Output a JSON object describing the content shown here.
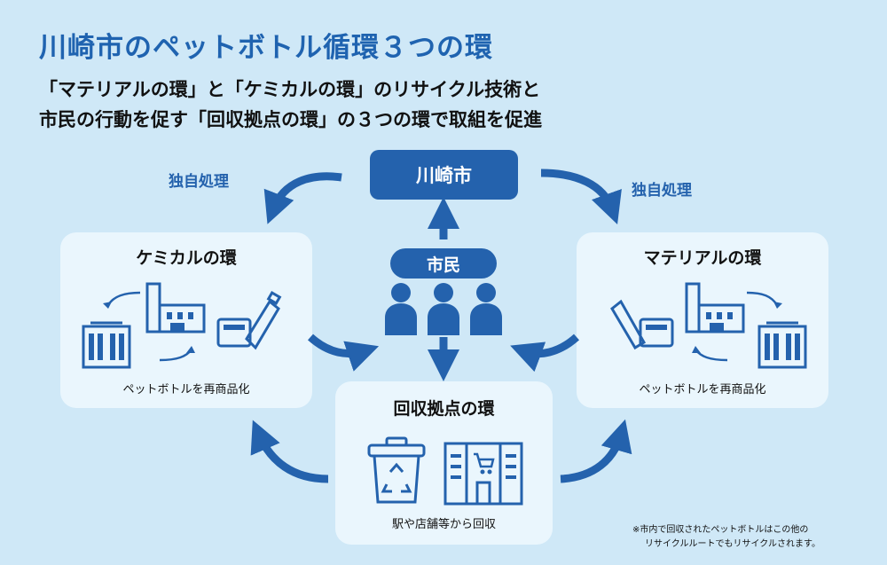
{
  "title": "川崎市のペットボトル循環３つの環",
  "subtitle": {
    "line1": "「マテリアルの環」と「ケミカルの環」のリサイクル技術と",
    "line2": "市民の行動を促す「回収拠点の環」の３つの環で取組を促進"
  },
  "center": {
    "city": "川崎市",
    "citizens": "市民"
  },
  "own_process_left": "独自処理",
  "own_process_right": "独自処理",
  "panels": {
    "chemical": {
      "title": "ケミカルの環",
      "caption": "ペットボトルを再商品化"
    },
    "material": {
      "title": "マテリアルの環",
      "caption": "ペットボトルを再商品化"
    },
    "collection": {
      "title": "回収拠点の環",
      "caption": "駅や店舗等から回収"
    }
  },
  "footnote": {
    "line1": "※市内で回収されたペットボトルはこの他の",
    "line2": "リサイクルルートでもリサイクルされます。"
  },
  "colors": {
    "background": "#cfe8f7",
    "panel": "#eaf6fd",
    "accent": "#2462ad",
    "title": "#1f63b0"
  }
}
